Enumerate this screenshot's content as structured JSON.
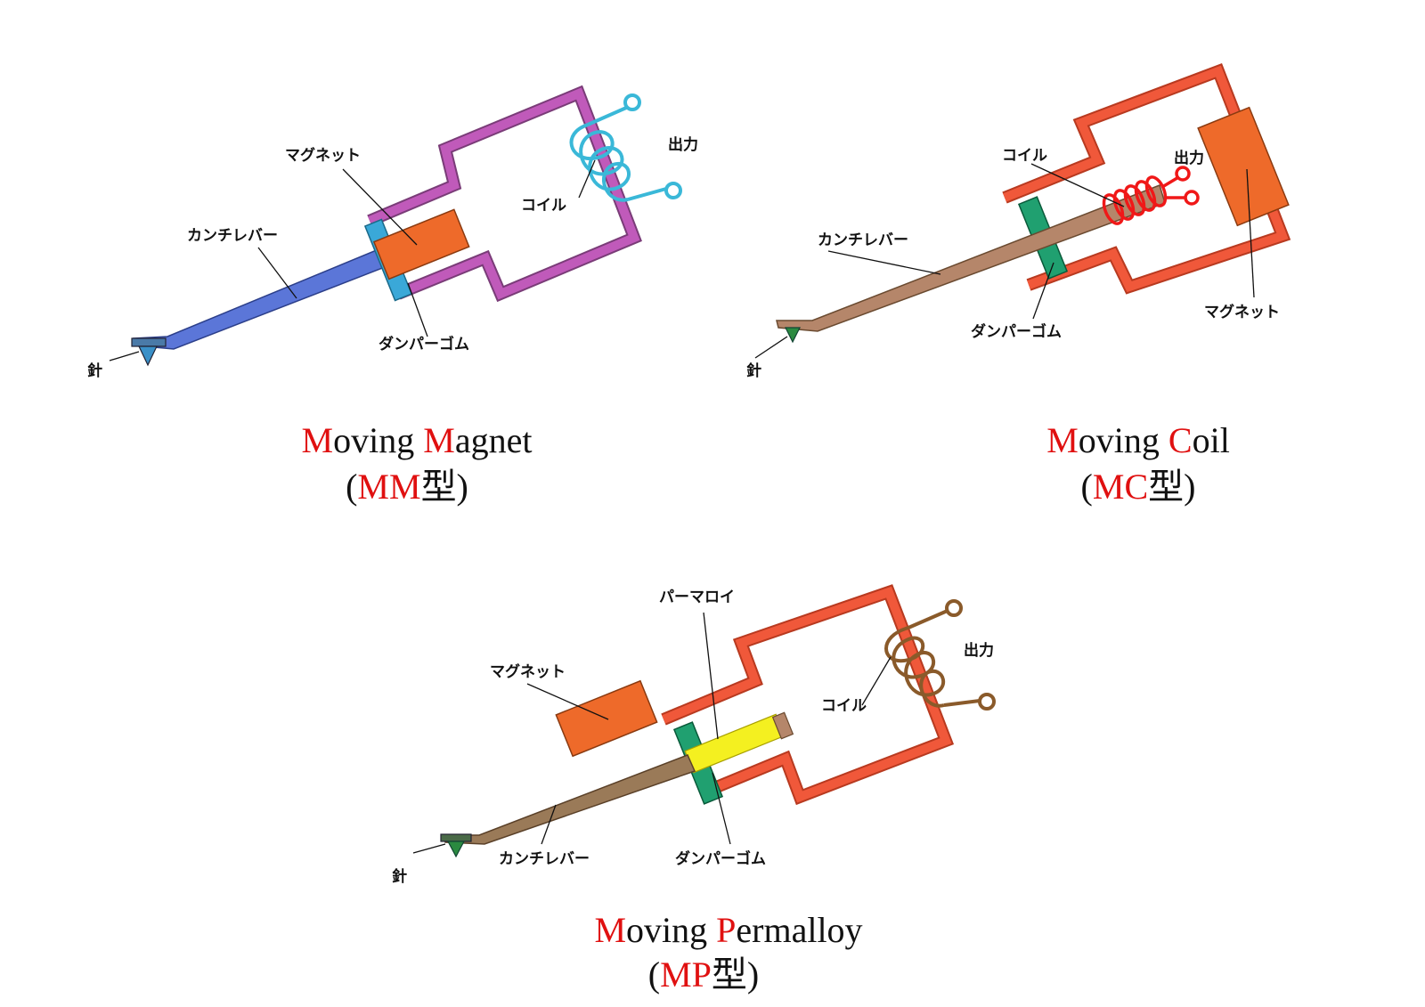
{
  "colors": {
    "mm_yoke": "#c05aba",
    "mc_yoke": "#f0583a",
    "mp_yoke": "#f0583a",
    "magnet": "#ee6a2a",
    "mm_cantilever": "#5b76d8",
    "brown_cantilever": "#b5866a",
    "mm_damper": "#3aa8d8",
    "green_damper": "#20a070",
    "permalloy": "#f4f020",
    "mm_coil": "#3ab8d8",
    "mc_coil": "#f01818",
    "mp_coil": "#8a5a2a",
    "caption_accent": "#e01010"
  },
  "diagrams": {
    "mm": {
      "labels": {
        "magnet": "マグネット",
        "cantilever": "カンチレバー",
        "damper": "ダンパーゴム",
        "coil": "コイル",
        "output": "出力",
        "needle": "針"
      },
      "caption": {
        "line1": [
          {
            "text": "M",
            "accent": true
          },
          {
            "text": "oving ",
            "accent": false
          },
          {
            "text": "M",
            "accent": true
          },
          {
            "text": "agnet",
            "accent": false
          }
        ],
        "line2": [
          {
            "text": "(",
            "accent": false
          },
          {
            "text": "MM",
            "accent": true
          },
          {
            "text": "型)",
            "accent": false
          }
        ]
      }
    },
    "mc": {
      "labels": {
        "coil": "コイル",
        "output": "出力",
        "cantilever": "カンチレバー",
        "damper": "ダンパーゴム",
        "magnet": "マグネット",
        "needle": "針"
      },
      "caption": {
        "line1": [
          {
            "text": "M",
            "accent": true
          },
          {
            "text": "oving ",
            "accent": false
          },
          {
            "text": "C",
            "accent": true
          },
          {
            "text": "oil",
            "accent": false
          }
        ],
        "line2": [
          {
            "text": "(",
            "accent": false
          },
          {
            "text": "MC",
            "accent": true
          },
          {
            "text": "型)",
            "accent": false
          }
        ]
      }
    },
    "mp": {
      "labels": {
        "permalloy": "パーマロイ",
        "magnet": "マグネット",
        "output": "出力",
        "coil": "コイル",
        "needle": "針",
        "cantilever": "カンチレバー",
        "damper": "ダンパーゴム"
      },
      "caption": {
        "line1": [
          {
            "text": "M",
            "accent": true
          },
          {
            "text": "oving ",
            "accent": false
          },
          {
            "text": "P",
            "accent": true
          },
          {
            "text": "ermalloy",
            "accent": false
          }
        ],
        "line2": [
          {
            "text": "(",
            "accent": false
          },
          {
            "text": "MP",
            "accent": true
          },
          {
            "text": "型)",
            "accent": false
          }
        ]
      }
    }
  }
}
